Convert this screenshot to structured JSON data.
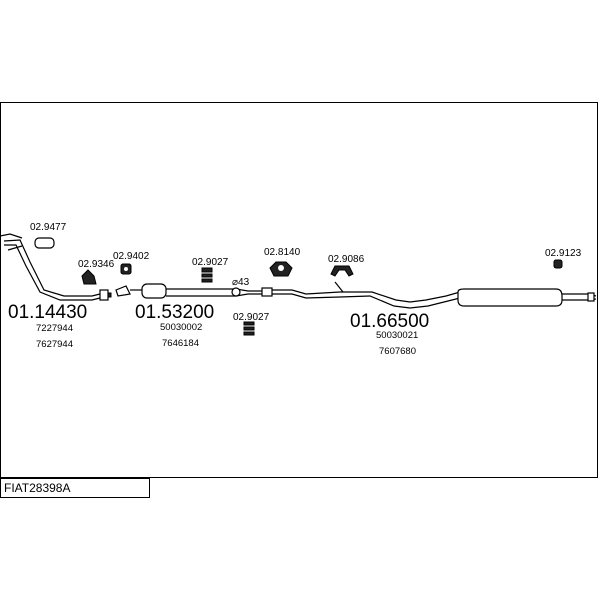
{
  "title": "FIAT28398A",
  "main_parts": [
    {
      "number": "01.14430",
      "refs": [
        "7227944",
        "7627944"
      ]
    },
    {
      "number": "01.53200",
      "refs": [
        "50030002",
        "7646184"
      ]
    },
    {
      "number": "01.66500",
      "refs": [
        "50030021",
        "7607680"
      ]
    }
  ],
  "accessories": {
    "a1": "02.9477",
    "a2": "02.9346",
    "a3": "02.9402",
    "a4": "02.9027",
    "a5": "02.9027",
    "a6": "02.8140",
    "a7": "02.9086",
    "a8": "02.9123"
  },
  "diameter_label": "⌀43"
}
